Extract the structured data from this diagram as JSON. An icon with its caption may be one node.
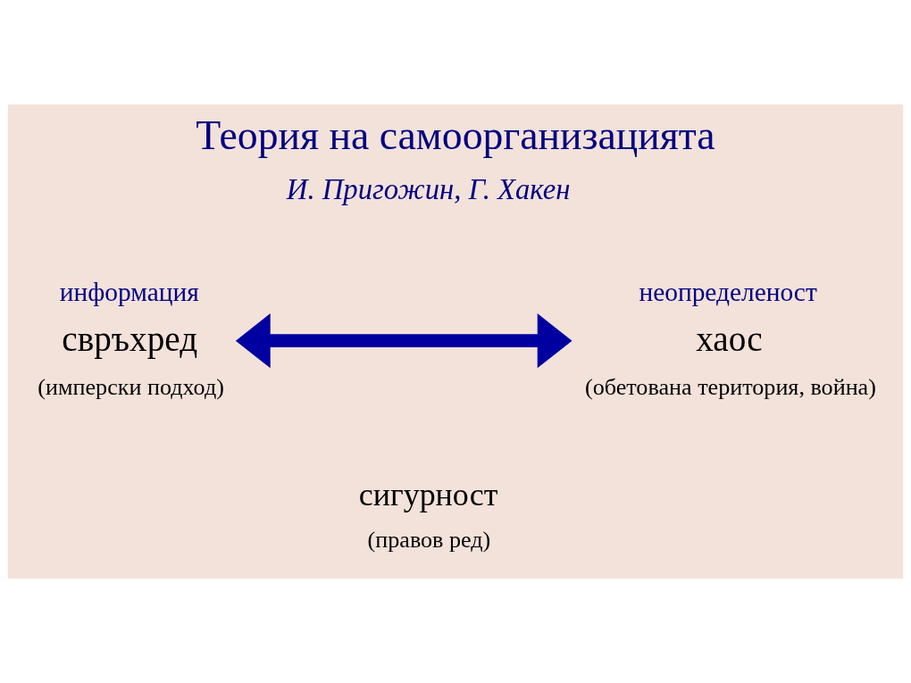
{
  "diagram": {
    "title": "Теория на самоорганизацията",
    "nodes": [
      {
        "text": [
          "свръхред"
        ],
        "beside": [
          "информация",
          "(имперски подход)"
        ]
      },
      {
        "text": [
          "хаос"
        ],
        "beside": [
          "неопределеност",
          "(обетована територия, война)"
        ]
      }
    ],
    "edges": [
      {
        "from": 0,
        "to": 1,
        "arrow": "both"
      }
    ],
    "labels": [
      "И. Пригожин, Г. Хакен",
      "сигурност",
      "(правов ред)"
    ]
  }
}
